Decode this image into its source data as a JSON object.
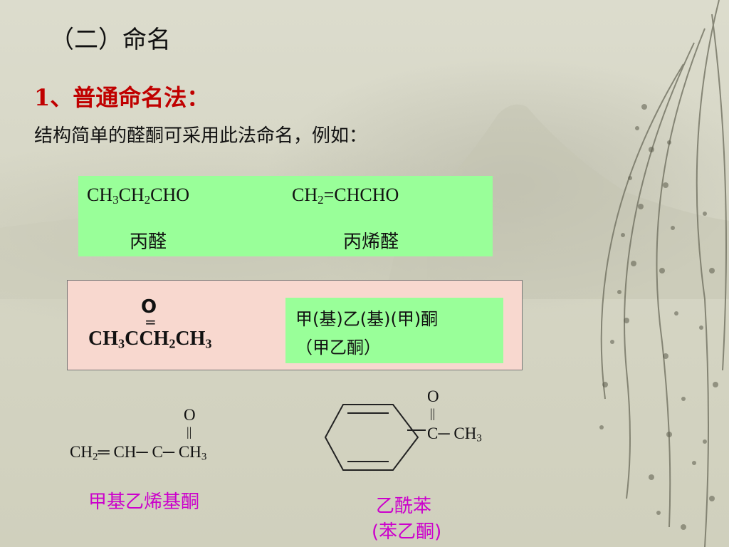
{
  "title": "（二）命名",
  "subtitle": "1、普通命名法：",
  "intro": "结构简单的醛酮可采用此法命名，例如：",
  "box1": {
    "f1": {
      "a": "CH",
      "s1": "3",
      "b": "CH",
      "s2": "2",
      "c": "CHO"
    },
    "f2": {
      "a": "CH",
      "s1": "2",
      "b": "=CHCHO"
    },
    "name1": "丙醛",
    "name2": "丙烯醛"
  },
  "box2": {
    "o": "O",
    "eq": "=",
    "formula": {
      "a": "CH",
      "s1": "3",
      "b": "CCH",
      "s2": "2",
      "c": "CH",
      "s3": "3"
    },
    "name_line1": "甲(基)乙(基)(甲)酮",
    "name_line2": "（甲乙酮）"
  },
  "struct1": {
    "o": "O",
    "dbl": "||",
    "formula": {
      "a": "CH",
      "s1": "2",
      "b": "═ CH─ C─ CH",
      "s2": "3"
    },
    "name": "甲基乙烯基酮"
  },
  "struct2": {
    "o": "O",
    "dbl": "||",
    "formula": {
      "a": "C─ CH",
      "s1": "3"
    },
    "name_line1": "乙酰苯",
    "name_line2": "(苯乙酮)"
  },
  "colors": {
    "red": "#c00000",
    "green": "#99ff99",
    "pink": "#f8d8cf",
    "magenta": "#cc00cc"
  }
}
